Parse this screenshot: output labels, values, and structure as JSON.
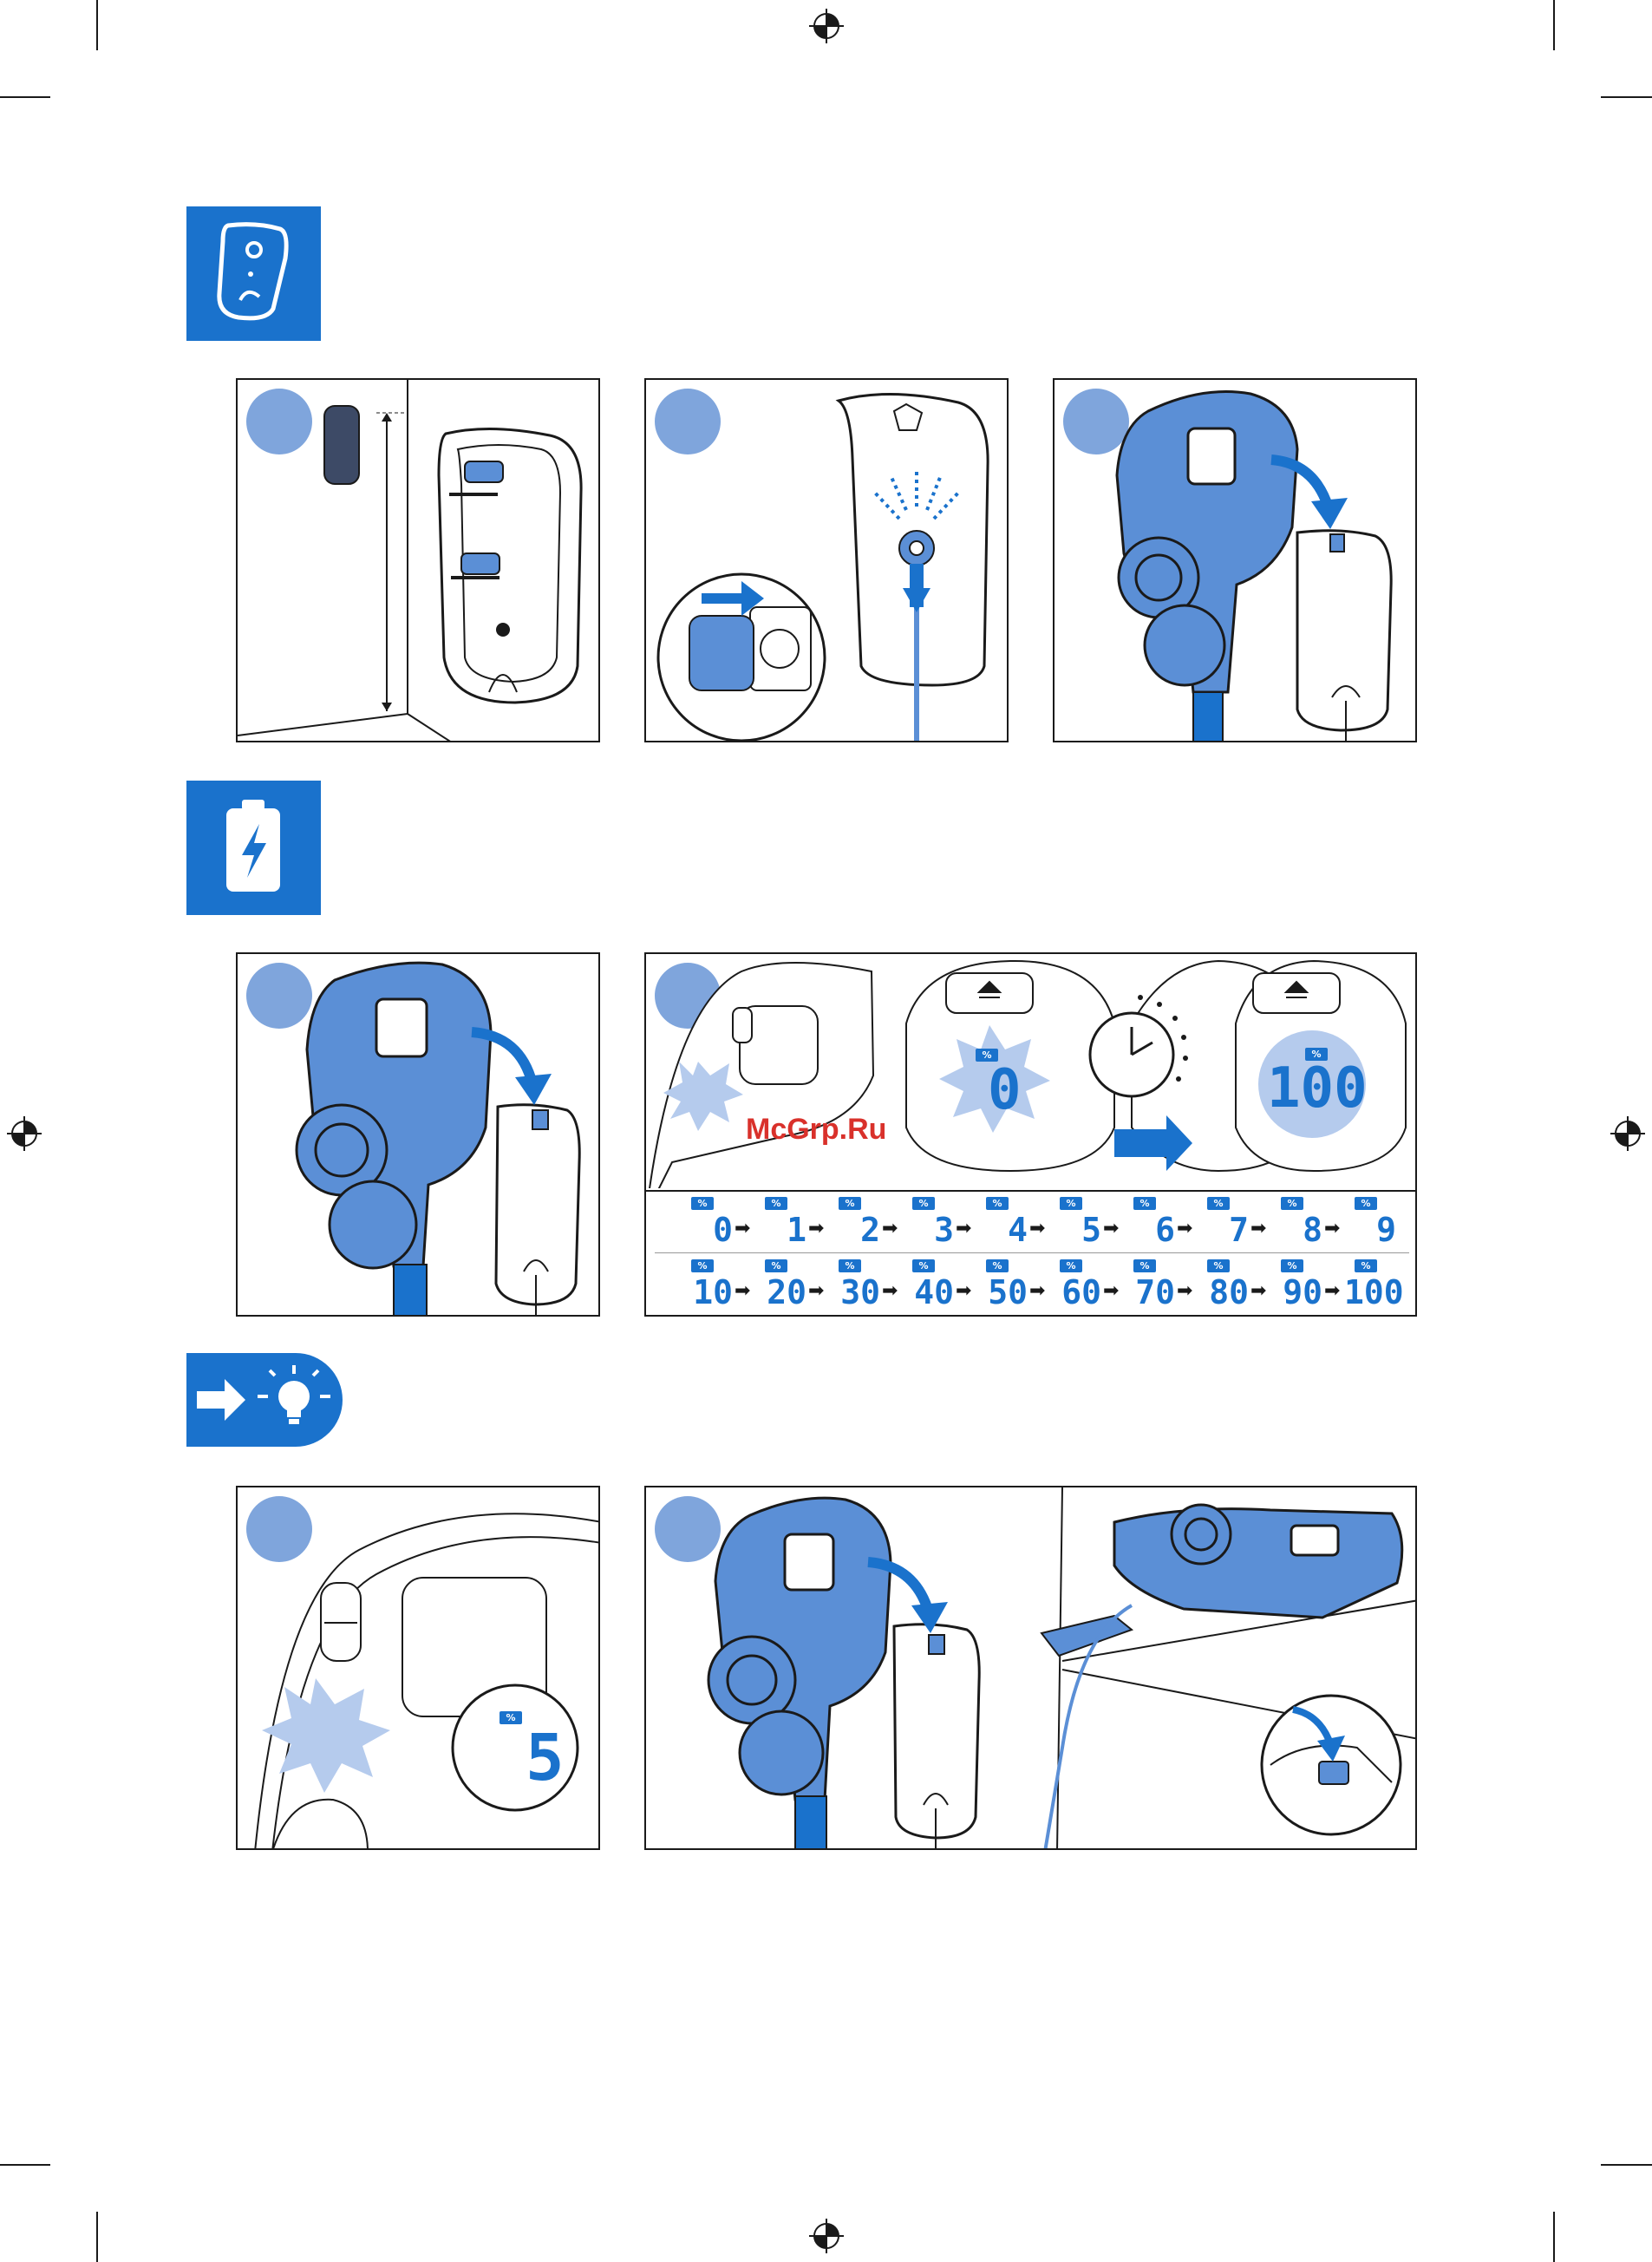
{
  "watermark": "McGrp.Ru",
  "display_blocks": {
    "start_percent_icon": "%",
    "start_value": "0",
    "end_percent_icon": "%",
    "end_value": "100",
    "tip_percent_icon": "%",
    "tip_value": "5"
  },
  "sequence": {
    "percent_icon": "%",
    "row1": [
      "0",
      "1",
      "2",
      "3",
      "4",
      "5",
      "6",
      "7",
      "8",
      "9"
    ],
    "row2": [
      "10",
      "20",
      "30",
      "40",
      "50",
      "60",
      "70",
      "80",
      "90",
      "100"
    ]
  },
  "colors": {
    "accent": "#1a72cc",
    "step_circle": "#7fa5dc",
    "device": "#5b8fd6",
    "burst": "#b5cbed"
  },
  "icons": [
    "wall-mount-icon",
    "battery-charge-icon",
    "tip-lightbulb-icon",
    "clock-icon",
    "eject-icon"
  ]
}
